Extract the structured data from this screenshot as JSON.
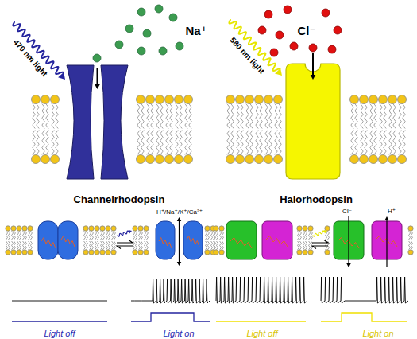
{
  "diagram": {
    "labels": [
      "Na⁺",
      "Cl⁻",
      "470 nm light",
      "580 nm light",
      "Channelrhodopsin",
      "Halorhodopsin",
      "H⁺/Na⁺/K⁺/Ca²⁺",
      "Cl⁻",
      "H⁺",
      "Light off",
      "Light on",
      "Light off",
      "Light on"
    ]
  }
}
